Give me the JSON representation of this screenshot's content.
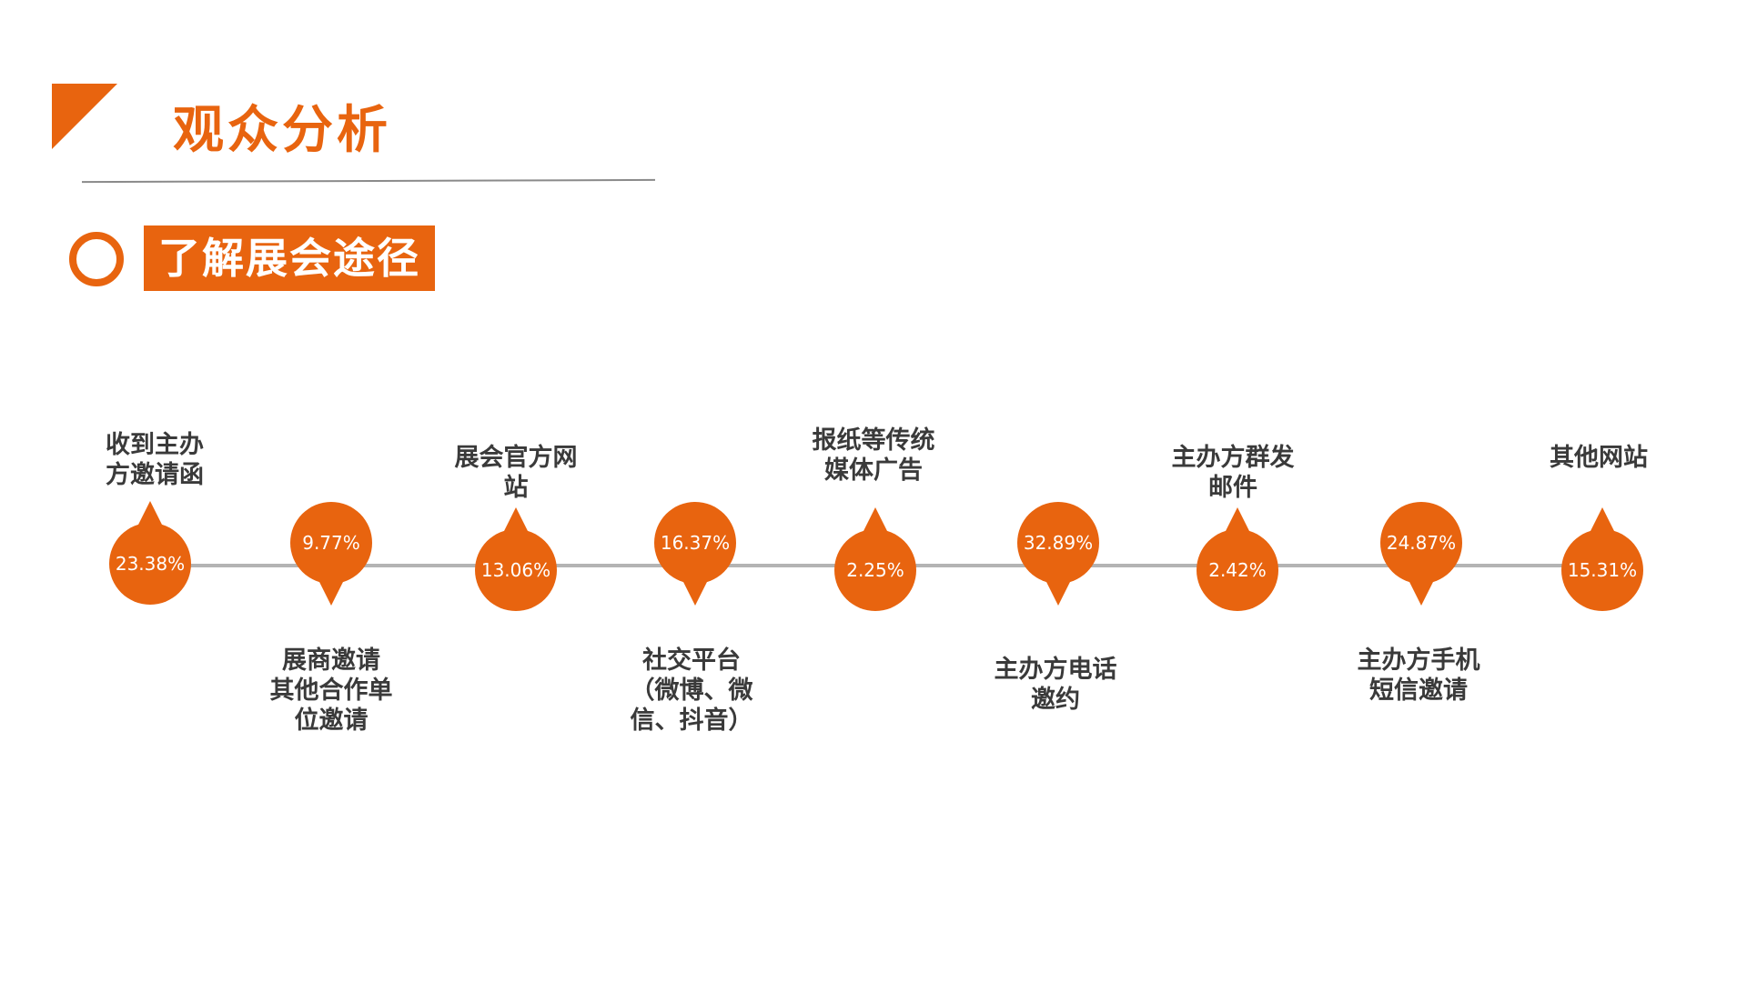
{
  "header": {
    "title": "观众分析",
    "section_title": "了解展会途径"
  },
  "items": [
    {
      "label": "收到主办\n方邀请函",
      "percent": "23.38%"
    },
    {
      "label": "展商邀请\n其他合作单\n位邀请",
      "percent": "9.77%"
    },
    {
      "label": "展会官方网\n站",
      "percent": "13.06%"
    },
    {
      "label": "社交平台\n（微博、微\n信、抖音）",
      "percent": "16.37%"
    },
    {
      "label": "报纸等传统\n媒体广告",
      "percent": "2.25%"
    },
    {
      "label": "主办方电话\n邀约",
      "percent": "32.89%"
    },
    {
      "label": "主办方群发\n邮件",
      "percent": "2.42%"
    },
    {
      "label": "主办方手机\n短信邀请",
      "percent": "24.87%"
    },
    {
      "label": "其他网站",
      "percent": "15.31%"
    }
  ],
  "colors": {
    "accent": "#e8640f",
    "timeline": "#b4b4b4",
    "label_text": "#3a3a3a"
  }
}
